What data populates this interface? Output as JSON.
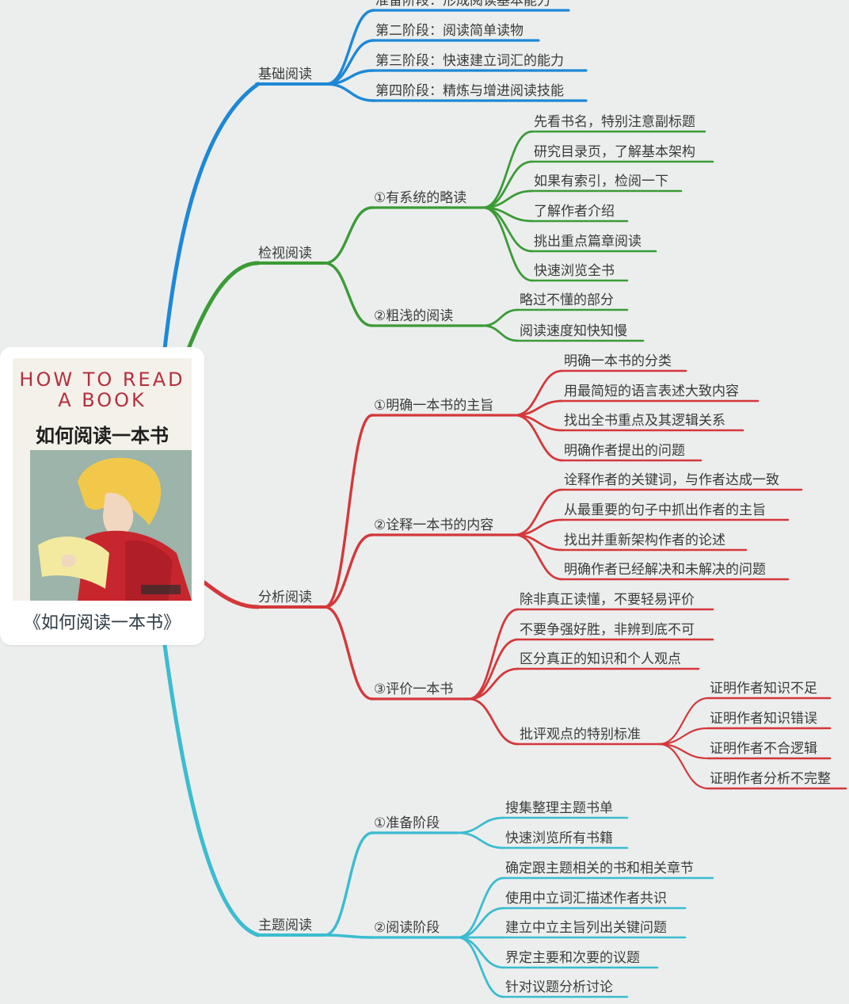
{
  "book": {
    "title_en_top": "HOW TO READ",
    "title_en_bottom": "A BOOK",
    "title_cn": "如何阅读一本书",
    "caption": "《如何阅读一本书》"
  },
  "colors": {
    "basic": "#1e88d6",
    "inspect": "#3b9b36",
    "analyze": "#d4383a",
    "topic": "#3bbcd1"
  },
  "map": {
    "branches": [
      {
        "id": "basic",
        "label": "基础阅读",
        "children": [
          {
            "label": "准备阶段：形成阅读基本能力"
          },
          {
            "label": "第二阶段：阅读简单读物"
          },
          {
            "label": "第三阶段：快速建立词汇的能力"
          },
          {
            "label": "第四阶段：精炼与增进阅读技能"
          }
        ]
      },
      {
        "id": "inspect",
        "label": "检视阅读",
        "children": [
          {
            "label": "①有系统的略读",
            "children": [
              {
                "label": "先看书名，特别注意副标题"
              },
              {
                "label": "研究目录页，了解基本架构"
              },
              {
                "label": "如果有索引，检阅一下"
              },
              {
                "label": "了解作者介绍"
              },
              {
                "label": "挑出重点篇章阅读"
              },
              {
                "label": "快速浏览全书"
              }
            ]
          },
          {
            "label": "②粗浅的阅读",
            "children": [
              {
                "label": "略过不懂的部分"
              },
              {
                "label": "阅读速度知快知慢"
              }
            ]
          }
        ]
      },
      {
        "id": "analyze",
        "label": "分析阅读",
        "children": [
          {
            "label": "①明确一本书的主旨",
            "children": [
              {
                "label": "明确一本书的分类"
              },
              {
                "label": "用最简短的语言表述大致内容"
              },
              {
                "label": "找出全书重点及其逻辑关系"
              },
              {
                "label": "明确作者提出的问题"
              }
            ]
          },
          {
            "label": "②诠释一本书的内容",
            "children": [
              {
                "label": "诠释作者的关键词，与作者达成一致"
              },
              {
                "label": "从最重要的句子中抓出作者的主旨"
              },
              {
                "label": "找出并重新架构作者的论述"
              },
              {
                "label": "明确作者已经解决和未解决的问题"
              }
            ]
          },
          {
            "label": "③评价一本书",
            "children": [
              {
                "label": "除非真正读懂，不要轻易评价"
              },
              {
                "label": "不要争强好胜，非辨到底不可"
              },
              {
                "label": "区分真正的知识和个人观点"
              },
              {
                "label": "批评观点的特别标准",
                "children": [
                  {
                    "label": "证明作者知识不足"
                  },
                  {
                    "label": "证明作者知识错误"
                  },
                  {
                    "label": "证明作者不合逻辑"
                  },
                  {
                    "label": "证明作者分析不完整"
                  }
                ]
              }
            ]
          }
        ]
      },
      {
        "id": "topic",
        "label": "主题阅读",
        "children": [
          {
            "label": "①准备阶段",
            "children": [
              {
                "label": "搜集整理主题书单"
              },
              {
                "label": "快速浏览所有书籍"
              }
            ]
          },
          {
            "label": "②阅读阶段",
            "children": [
              {
                "label": "确定跟主题相关的书和相关章节"
              },
              {
                "label": "使用中立词汇描述作者共识"
              },
              {
                "label": "建立中立主旨列出关键问题"
              },
              {
                "label": "界定主要和次要的议题"
              },
              {
                "label": "针对议题分析讨论"
              }
            ]
          }
        ]
      }
    ]
  }
}
